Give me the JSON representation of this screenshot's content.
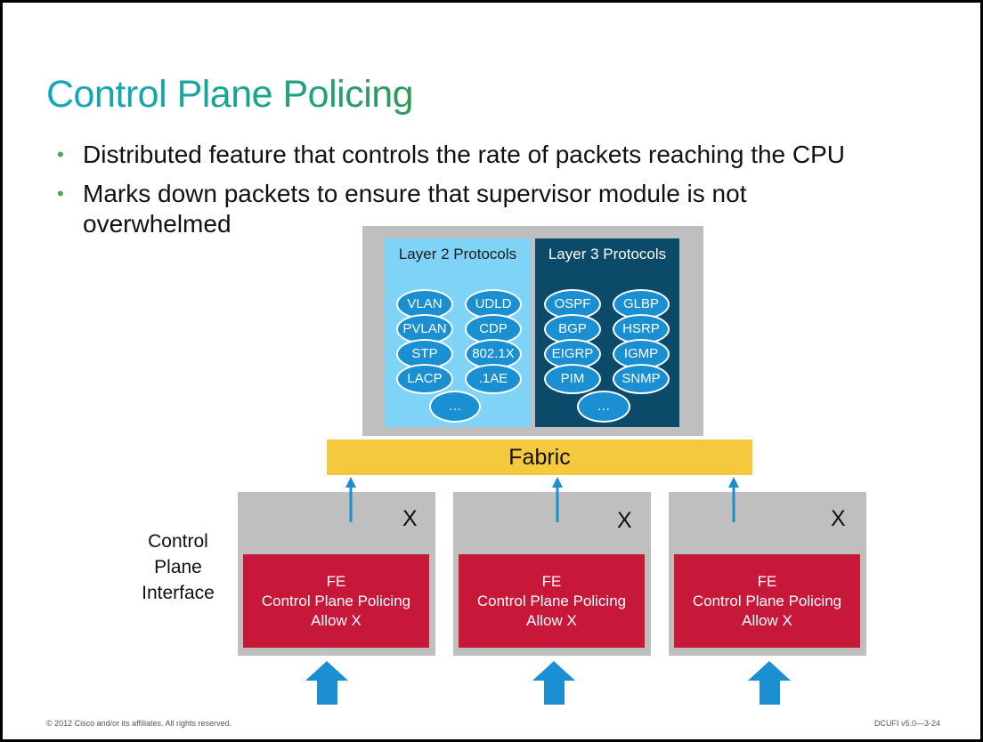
{
  "slide": {
    "title": "Control Plane Policing",
    "bullets": [
      "Distributed feature that controls the rate of packets reaching the CPU",
      "Marks down packets to ensure that supervisor module is not overwhelmed"
    ]
  },
  "diagram": {
    "layer2_title": "Layer 2 Protocols",
    "layer3_title": "Layer 3 Protocols",
    "layer2_protocols": [
      "VLAN",
      "UDLD",
      "PVLAN",
      "CDP",
      "STP",
      "802.1X",
      "LACP",
      ".1AE",
      "…"
    ],
    "layer3_protocols": [
      "OSPF",
      "GLBP",
      "BGP",
      "HSRP",
      "EIGRP",
      "IGMP",
      "PIM",
      "SNMP",
      "…"
    ],
    "fabric_label": "Fabric",
    "cpi_label": [
      "Control",
      "Plane",
      "Interface"
    ],
    "linecards": [
      {
        "x_label": "X",
        "fe_lines": [
          "FE",
          "Control Plane Policing",
          "Allow X"
        ]
      },
      {
        "x_label": "X",
        "fe_lines": [
          "FE",
          "Control Plane Policing",
          "Allow X"
        ]
      },
      {
        "x_label": "X",
        "fe_lines": [
          "FE",
          "Control Plane Policing",
          "Allow X"
        ]
      }
    ],
    "colors": {
      "layer2_bg": "#7fd3f7",
      "layer3_bg": "#0c4a69",
      "protocol_oval": "#1a8fd1",
      "fabric": "#f5c93d",
      "fe_box": "#c8183a",
      "arrow": "#1a8fd1",
      "chassis": "#bfbfbf"
    }
  },
  "footer": {
    "copyright": "© 2012 Cisco and/or its affiliates. All rights reserved.",
    "course_code": "DCUFI v5.0—3-24"
  }
}
